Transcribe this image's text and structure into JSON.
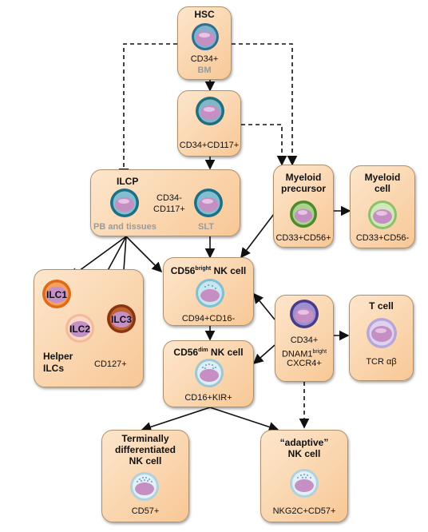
{
  "hsc": {
    "title": "HSC",
    "marker": "CD34+",
    "location": "BM"
  },
  "progenitor": {
    "marker": "CD34+CD117+"
  },
  "ilcp": {
    "title": "ILCP",
    "marker_line1": "CD34-",
    "marker_line2": "CD117+",
    "location_left": "PB and tissues",
    "location_right": "SLT"
  },
  "myeloid_precursor": {
    "title_line1": "Myeloid",
    "title_line2": "precursor",
    "marker": "CD33+CD56+"
  },
  "myeloid_cell": {
    "title_line1": "Myeloid",
    "title_line2": "cell",
    "marker": "CD33+CD56-"
  },
  "helper": {
    "ilc1": "ILC1",
    "ilc2": "ILC2",
    "ilc3": "ILC3",
    "title_line1": "Helper",
    "title_line2": "ILCs",
    "marker": "CD127+"
  },
  "cd56bright": {
    "title_main": "CD56",
    "title_sup": "bright",
    "title_rest": " NK cell",
    "marker": "CD94+CD16-"
  },
  "cd56dim": {
    "title_main": "CD56",
    "title_sup": "dim",
    "title_rest": " NK cell",
    "marker": "CD16+KIR+"
  },
  "cd34dnam": {
    "line1": "CD34+",
    "line2_main": "DNAM1",
    "line2_sup": "bright",
    "line3": "CXCR4+"
  },
  "tcell": {
    "title": "T cell",
    "marker": "TCR αβ"
  },
  "terminal": {
    "line1": "Terminally",
    "line2": "differentiated",
    "line3": "NK cell",
    "marker": "CD57+"
  },
  "adaptive": {
    "line1": "“adaptive”",
    "line2": "NK cell",
    "marker": "NKG2C+CD57+"
  }
}
